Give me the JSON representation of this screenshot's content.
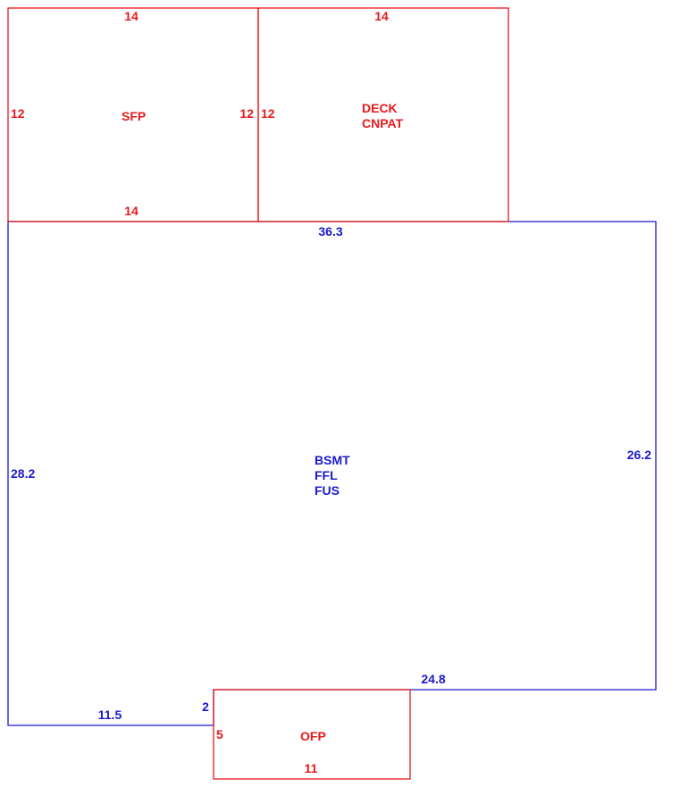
{
  "colors": {
    "addition_outline": "#e8191c",
    "main_outline": "#1a1acc",
    "background": "#ffffff"
  },
  "areas": {
    "sfp": {
      "name": "SFP",
      "dims": {
        "top": "14",
        "bottom": "14",
        "left": "12",
        "right": "12"
      }
    },
    "deck": {
      "name_line1": "DECK",
      "name_line2": "CNPAT",
      "dims": {
        "top": "14",
        "left": "12"
      }
    },
    "main": {
      "name_line1": "BSMT",
      "name_line2": "FFL",
      "name_line3": "FUS",
      "dims": {
        "top": "36.3",
        "left": "28.2",
        "right": "26.2",
        "lower_right": "24.8",
        "bottom_left": "11.5",
        "step": "2"
      }
    },
    "ofp": {
      "name": "OFP",
      "dims": {
        "left": "5",
        "bottom": "11"
      }
    }
  }
}
